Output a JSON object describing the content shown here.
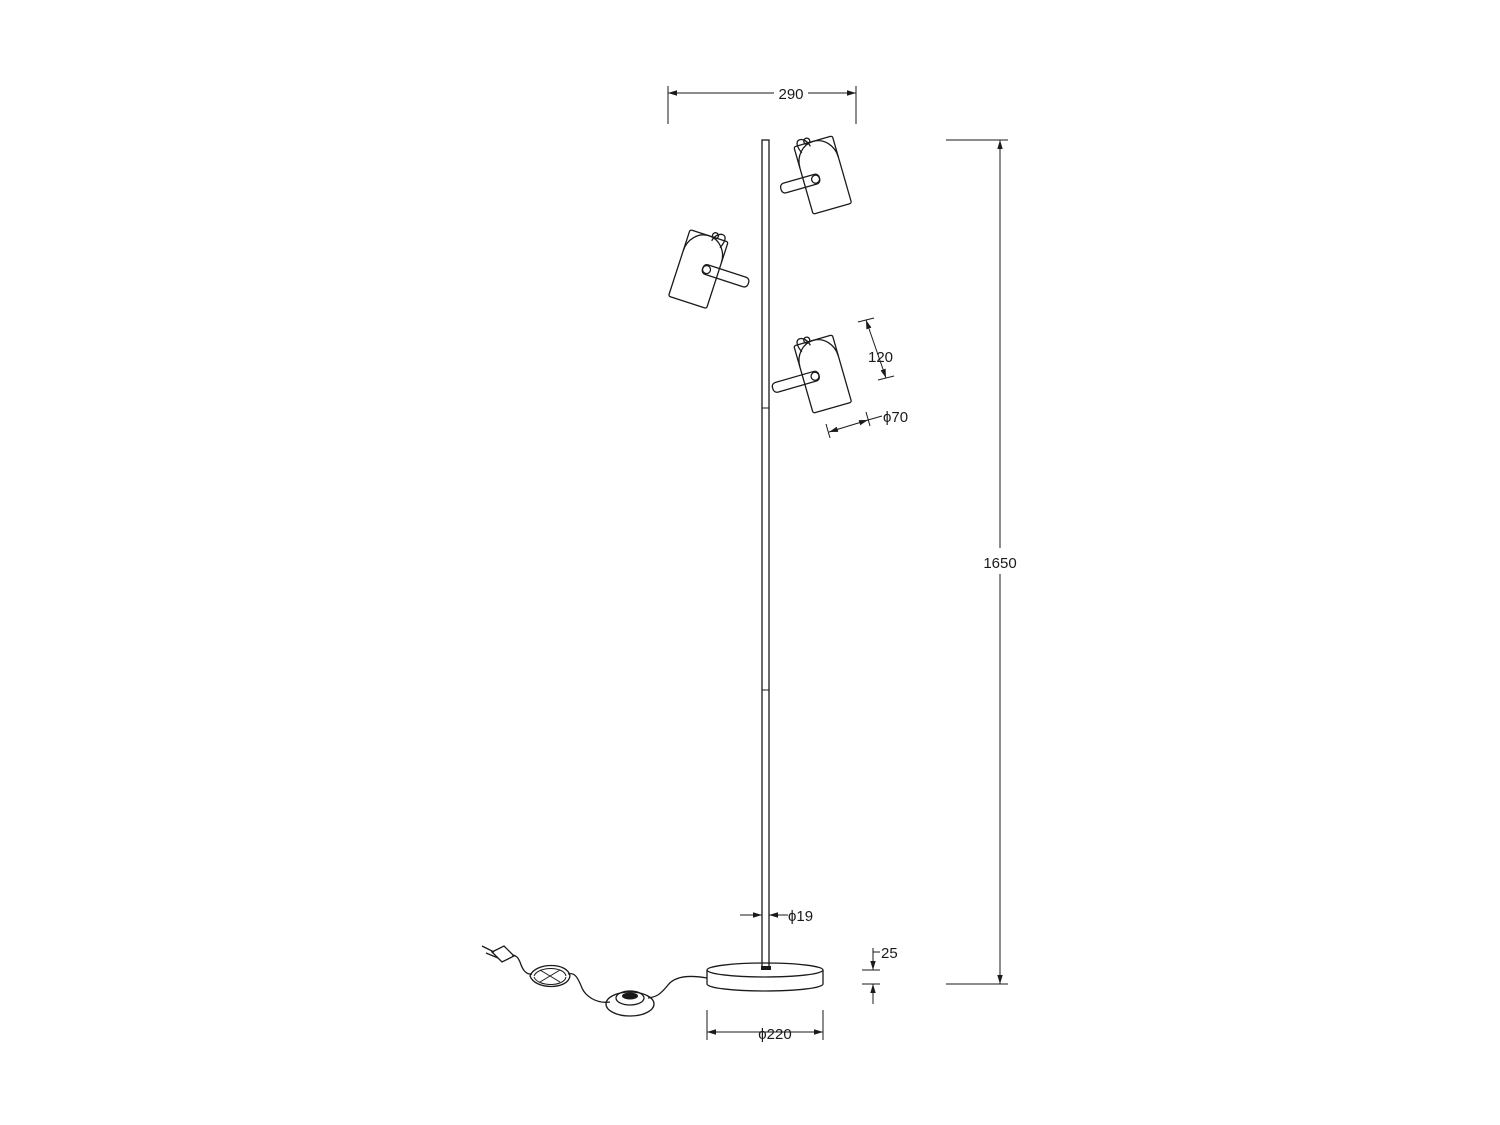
{
  "dimensions": {
    "overall_width": "290",
    "overall_height": "1650",
    "shade_length": "120",
    "shade_diameter": "ϕ70",
    "pole_diameter": "ϕ19",
    "base_height": "25",
    "base_diameter": "ϕ220"
  },
  "colors": {
    "line": "#1a1a1a",
    "background": "#ffffff"
  }
}
